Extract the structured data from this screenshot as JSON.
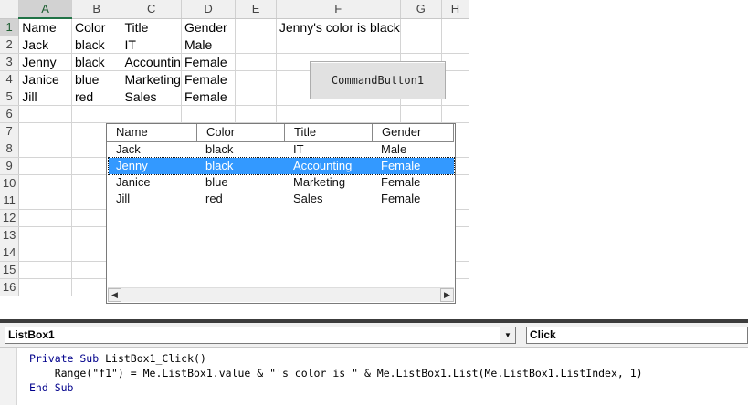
{
  "spreadsheet": {
    "columns": [
      "A",
      "B",
      "C",
      "D",
      "E",
      "F",
      "G",
      "H"
    ],
    "active_column": "A",
    "active_row": 1,
    "rows": [
      [
        "Name",
        "Color",
        "Title",
        "Gender",
        "",
        "Jenny's color is black",
        "",
        ""
      ],
      [
        "Jack",
        "black",
        "IT",
        "Male",
        "",
        "",
        "",
        ""
      ],
      [
        "Jenny",
        "black",
        "Accountin",
        "Female",
        "",
        "",
        "",
        ""
      ],
      [
        "Janice",
        "blue",
        "Marketing",
        "Female",
        "",
        "",
        "",
        ""
      ],
      [
        "Jill",
        "red",
        "Sales",
        "Female",
        "",
        "",
        "",
        ""
      ],
      [
        "",
        "",
        "",
        "",
        "",
        "",
        "",
        ""
      ],
      [
        "",
        "",
        "",
        "",
        "",
        "",
        "",
        ""
      ],
      [
        "",
        "",
        "",
        "",
        "",
        "",
        "",
        ""
      ],
      [
        "",
        "",
        "",
        "",
        "",
        "",
        "",
        ""
      ],
      [
        "",
        "",
        "",
        "",
        "",
        "",
        "",
        ""
      ],
      [
        "",
        "",
        "",
        "",
        "",
        "",
        "",
        ""
      ],
      [
        "",
        "",
        "",
        "",
        "",
        "",
        "",
        ""
      ],
      [
        "",
        "",
        "",
        "",
        "",
        "",
        "",
        ""
      ],
      [
        "",
        "",
        "",
        "",
        "",
        "",
        "",
        ""
      ],
      [
        "",
        "",
        "",
        "",
        "",
        "",
        "",
        ""
      ],
      [
        "",
        "",
        "",
        "",
        "",
        "",
        "",
        ""
      ]
    ],
    "row_numbers": [
      "1",
      "2",
      "3",
      "4",
      "5",
      "6",
      "7",
      "8",
      "9",
      "10",
      "11",
      "12",
      "13",
      "14",
      "15",
      "16"
    ]
  },
  "command_button": {
    "label": "CommandButton1"
  },
  "listbox": {
    "headers": [
      "Name",
      "Color",
      "Title",
      "Gender"
    ],
    "rows": [
      [
        "Jack",
        "black",
        "IT",
        "Male"
      ],
      [
        "Jenny",
        "black",
        "Accounting",
        "Female"
      ],
      [
        "Janice",
        "blue",
        "Marketing",
        "Female"
      ],
      [
        "Jill",
        "red",
        "Sales",
        "Female"
      ]
    ],
    "selected_index": 1,
    "scroll_left_icon": "arrow-left-icon",
    "scroll_right_icon": "arrow-right-icon"
  },
  "vbe": {
    "object_combo": "ListBox1",
    "procedure_combo": "Click",
    "code": {
      "line1_kw1": "Private Sub",
      "line1_rest": " ListBox1_Click()",
      "line2": "    Range(\"f1\") = Me.ListBox1.value & \"'s color is \" & Me.ListBox1.List(Me.ListBox1.ListIndex, 1)",
      "line3_kw": "End Sub"
    }
  },
  "colors": {
    "selection": "#3399ff",
    "excel_green": "#217346",
    "keyword": "#00008b"
  }
}
